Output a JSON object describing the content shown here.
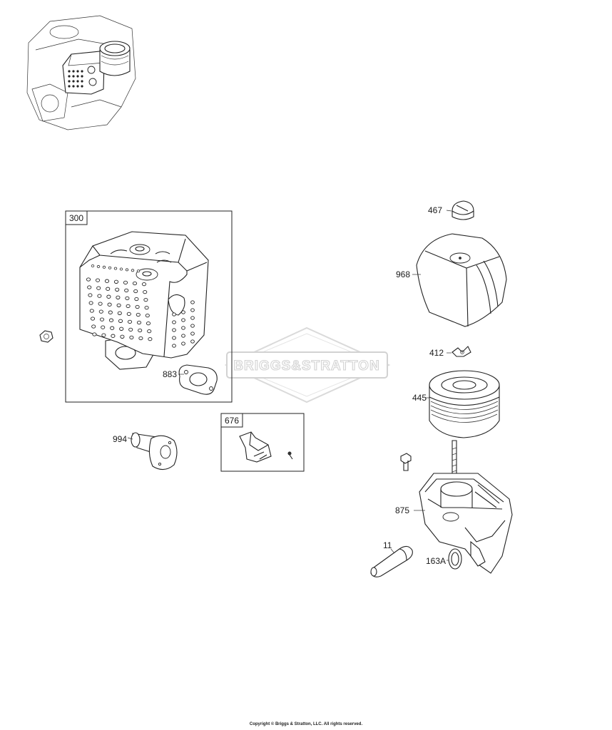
{
  "watermark": {
    "brand": "BRIGGS&STRATTON"
  },
  "boxes": [
    {
      "id": "box-300",
      "label": "300"
    },
    {
      "id": "box-676",
      "label": "676"
    }
  ],
  "parts": {
    "p300": "300",
    "p883": "883",
    "p994": "994",
    "p676": "676",
    "p467": "467",
    "p968": "968",
    "p412": "412",
    "p445": "445",
    "p875": "875",
    "p11": "11",
    "p163A": "163A"
  },
  "footer": {
    "copyright": "Copyright © Briggs & Stratton, LLC. All rights reserved."
  },
  "colors": {
    "ink": "#222222",
    "watermark": "#d2d2d2",
    "background": "#ffffff"
  }
}
